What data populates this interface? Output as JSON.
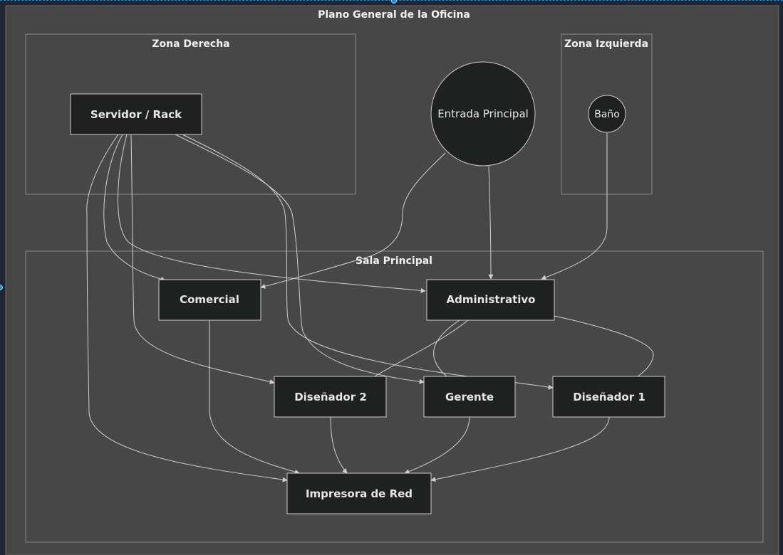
{
  "diagram": {
    "title": "Plano General de la Oficina",
    "zones": [
      {
        "id": "zona-derecha",
        "label": "Zona Derecha"
      },
      {
        "id": "zona-izquierda",
        "label": "Zona Izquierda"
      },
      {
        "id": "sala-principal",
        "label": "Sala Principal"
      }
    ],
    "nodes": [
      {
        "id": "servidor",
        "label": "Servidor / Rack",
        "shape": "rect",
        "zone": "zona-derecha"
      },
      {
        "id": "entrada",
        "label": "Entrada Principal",
        "shape": "circle",
        "zone": "none"
      },
      {
        "id": "bano",
        "label": "Baño",
        "shape": "circle",
        "zone": "zona-izquierda"
      },
      {
        "id": "comercial",
        "label": "Comercial",
        "shape": "rect",
        "zone": "sala-principal"
      },
      {
        "id": "administrativo",
        "label": "Administrativo",
        "shape": "rect",
        "zone": "sala-principal"
      },
      {
        "id": "disenador2",
        "label": "Diseñador 2",
        "shape": "rect",
        "zone": "sala-principal"
      },
      {
        "id": "gerente",
        "label": "Gerente",
        "shape": "rect",
        "zone": "sala-principal"
      },
      {
        "id": "disenador1",
        "label": "Diseñador 1",
        "shape": "rect",
        "zone": "sala-principal"
      },
      {
        "id": "impresora",
        "label": "Impresora de Red",
        "shape": "rect",
        "zone": "sala-principal"
      }
    ],
    "edges": [
      {
        "from": "servidor",
        "to": "comercial",
        "arrow": true
      },
      {
        "from": "servidor",
        "to": "administrativo",
        "arrow": true
      },
      {
        "from": "servidor",
        "to": "disenador2",
        "arrow": true
      },
      {
        "from": "servidor",
        "to": "gerente",
        "arrow": true
      },
      {
        "from": "servidor",
        "to": "disenador1",
        "arrow": true
      },
      {
        "from": "servidor",
        "to": "impresora",
        "arrow": true
      },
      {
        "from": "entrada",
        "to": "comercial",
        "arrow": true
      },
      {
        "from": "entrada",
        "to": "administrativo",
        "arrow": true
      },
      {
        "from": "bano",
        "to": "administrativo",
        "arrow": true
      },
      {
        "from": "administrativo",
        "to": "disenador2",
        "arrow": false
      },
      {
        "from": "administrativo",
        "to": "gerente",
        "arrow": false
      },
      {
        "from": "administrativo",
        "to": "disenador1",
        "arrow": false
      },
      {
        "from": "comercial",
        "to": "impresora",
        "arrow": true
      },
      {
        "from": "disenador2",
        "to": "impresora",
        "arrow": true
      },
      {
        "from": "gerente",
        "to": "impresora",
        "arrow": true
      },
      {
        "from": "disenador1",
        "to": "impresora",
        "arrow": true
      }
    ],
    "colors": {
      "background": "#1e2533",
      "canvas": "#474747",
      "node_fill": "#1f2020",
      "node_stroke": "#cccccc",
      "zone_stroke": "#8a8a8a",
      "edge": "#d0d0d0",
      "text": "#e6e6e6"
    }
  }
}
